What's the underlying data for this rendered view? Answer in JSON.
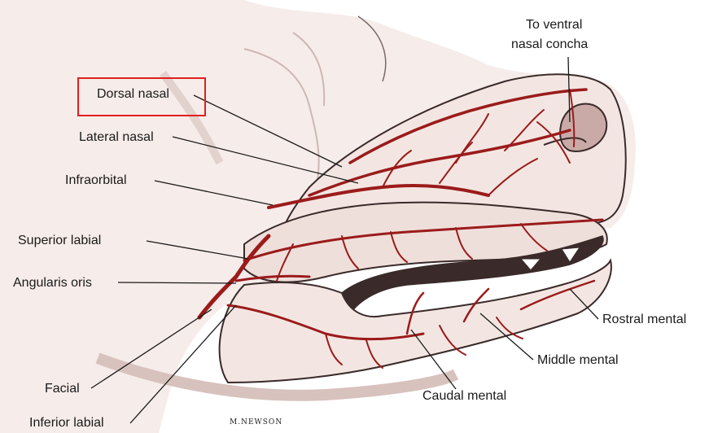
{
  "labels": {
    "dorsal_nasal": "Dorsal nasal",
    "lateral_nasal": "Lateral nasal",
    "infraorbital": "Infraorbital",
    "superior_labial": "Superior labial",
    "angularis_oris": "Angularis oris",
    "facial": "Facial",
    "inferior_labial": "Inferior labial",
    "to_ventral_line1": "To ventral",
    "to_ventral_line2": "nasal concha",
    "rostral_mental": "Rostral mental",
    "middle_mental": "Middle mental",
    "caudal_mental": "Caudal mental"
  },
  "signature": "M.NEWSON",
  "colors": {
    "artery": "#9b1b1b",
    "skin": "#f3e6e2",
    "skin_shadow": "#d8c2bd",
    "outline": "#3a2a2a",
    "highlight_box": "#e0201c"
  }
}
